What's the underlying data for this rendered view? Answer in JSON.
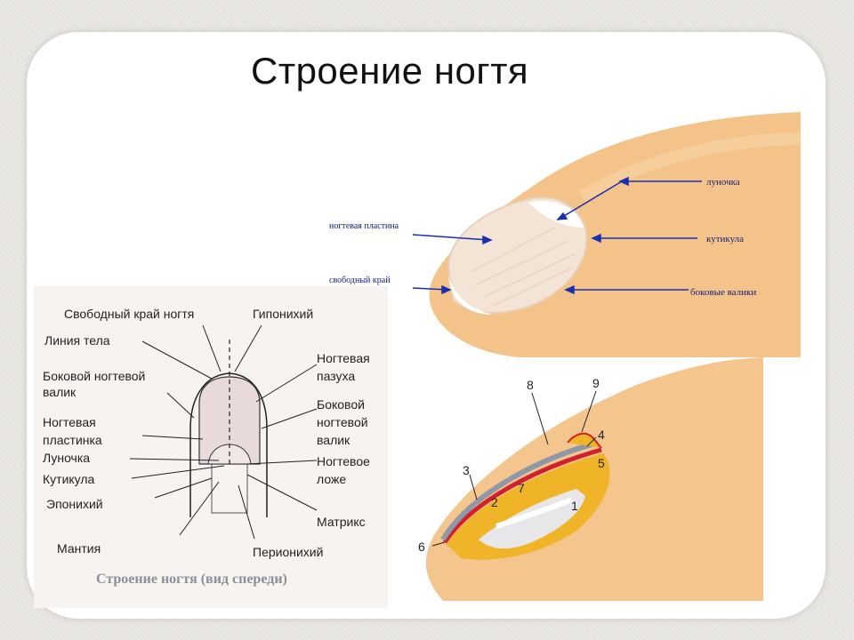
{
  "slide": {
    "title": "Строение ногтя"
  },
  "top_diagram": {
    "labels": {
      "lunula": "луночка",
      "nail_plate": "ногтевая пластина",
      "cuticle": "кутикула",
      "free_edge": "свободный край",
      "side_folds": "боковые валики"
    },
    "colors": {
      "skin": "#f4c58c",
      "plate": "#f3e6da",
      "arrow": "#1a2fb0",
      "text": "#15237a"
    }
  },
  "left_diagram": {
    "labels_left": {
      "free_edge": "Свободный край ногтя",
      "body_line": "Линия тела",
      "side_fold_1": "Боковой ногтевой",
      "side_fold_2": "валик",
      "plate_1": "Ногтевая",
      "plate_2": "пластинка",
      "lunula": "Луночка",
      "cuticle": "Кутикула",
      "eponychium": "Эпонихий",
      "mantle": "Мантия"
    },
    "labels_right": {
      "hyponychium": "Гипонихий",
      "sinus_1": "Ногтевая",
      "sinus_2": "пазуха",
      "side_fold_1": "Боковой",
      "side_fold_2": "ногтевой",
      "side_fold_3": "валик",
      "bed_1": "Ногтевое",
      "bed_2": "ложе",
      "matrix": "Матрикс",
      "perionychium": "Перионихий"
    },
    "caption": "Строение ногтя (вид спереди)"
  },
  "bottom_diagram": {
    "numbers": [
      "1",
      "2",
      "3",
      "4",
      "5",
      "6",
      "7",
      "8",
      "9"
    ],
    "colors": {
      "skin": "#f4c58c",
      "fat": "#f0b428",
      "red": "#d2202e",
      "plate": "#8e98a6"
    }
  }
}
